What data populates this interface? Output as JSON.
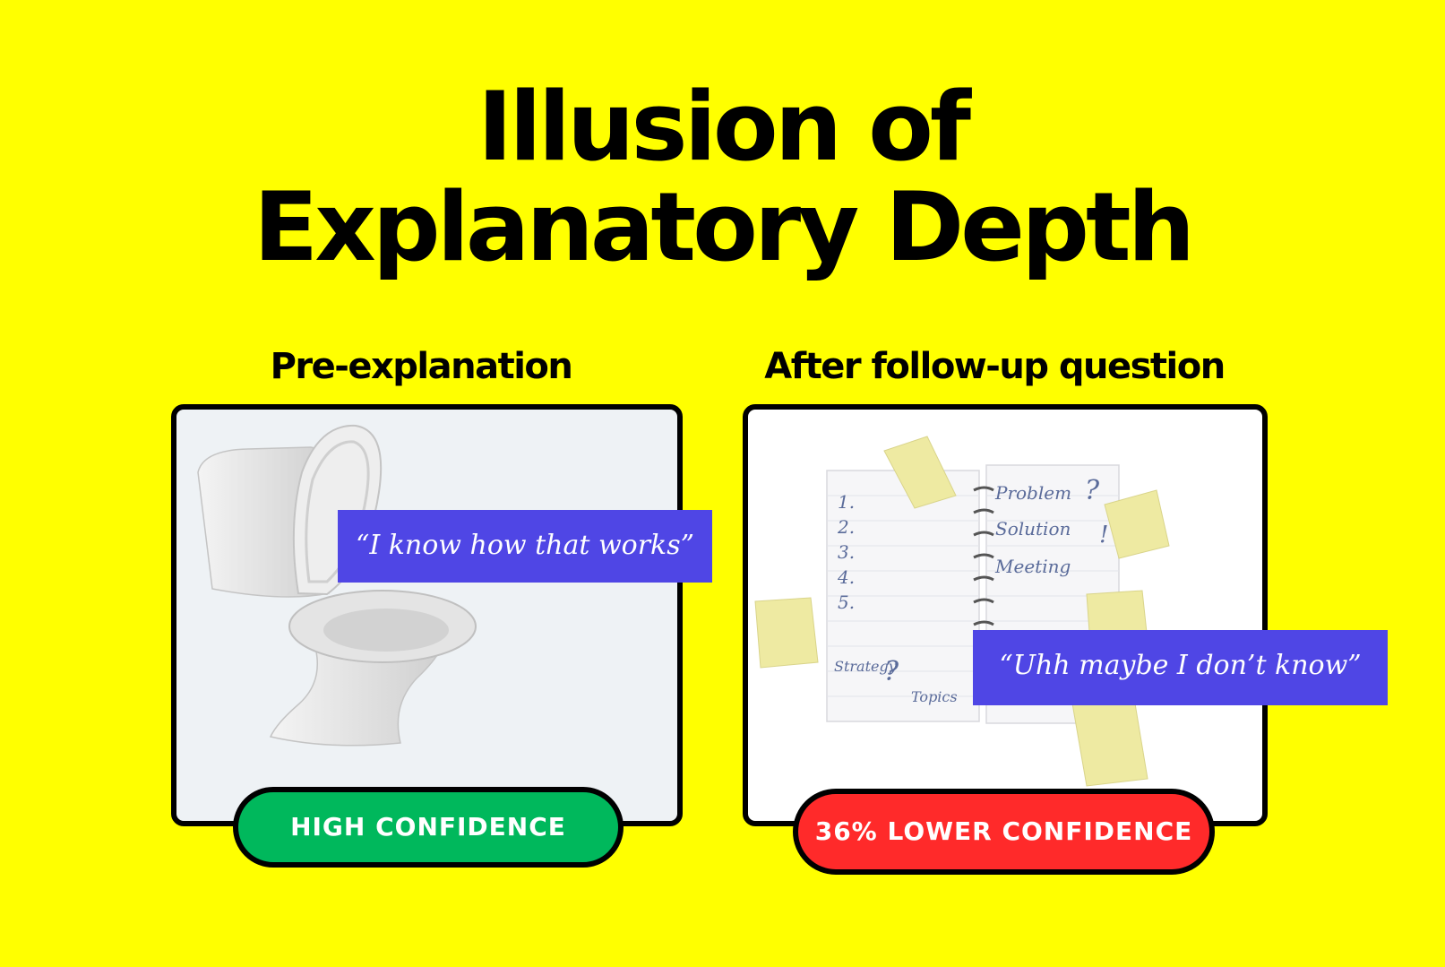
{
  "title": {
    "line1": "Illusion of",
    "line2": "Explanatory Depth"
  },
  "left_panel": {
    "heading": "Pre-explanation",
    "quote": "“I know how that works”",
    "badge": "HIGH CONFIDENCE",
    "badge_color": "#00b85c",
    "image": "toilet"
  },
  "right_panel": {
    "heading": "After follow-up question",
    "quote": "“Uhh maybe I don’t know”",
    "badge": "36% LOWER CONFIDENCE",
    "badge_color": "#ff2a2a",
    "image": "notebook-with-sticky-notes",
    "notebook_text": [
      "1.",
      "2.",
      "3.",
      "4.",
      "5.",
      "Problem",
      "Solution",
      "Meeting",
      "?",
      "!",
      "Strategy",
      "?",
      "Topics"
    ]
  },
  "colors": {
    "background": "#ffff00",
    "quote_background": "#4f46e5",
    "border": "#000000"
  }
}
